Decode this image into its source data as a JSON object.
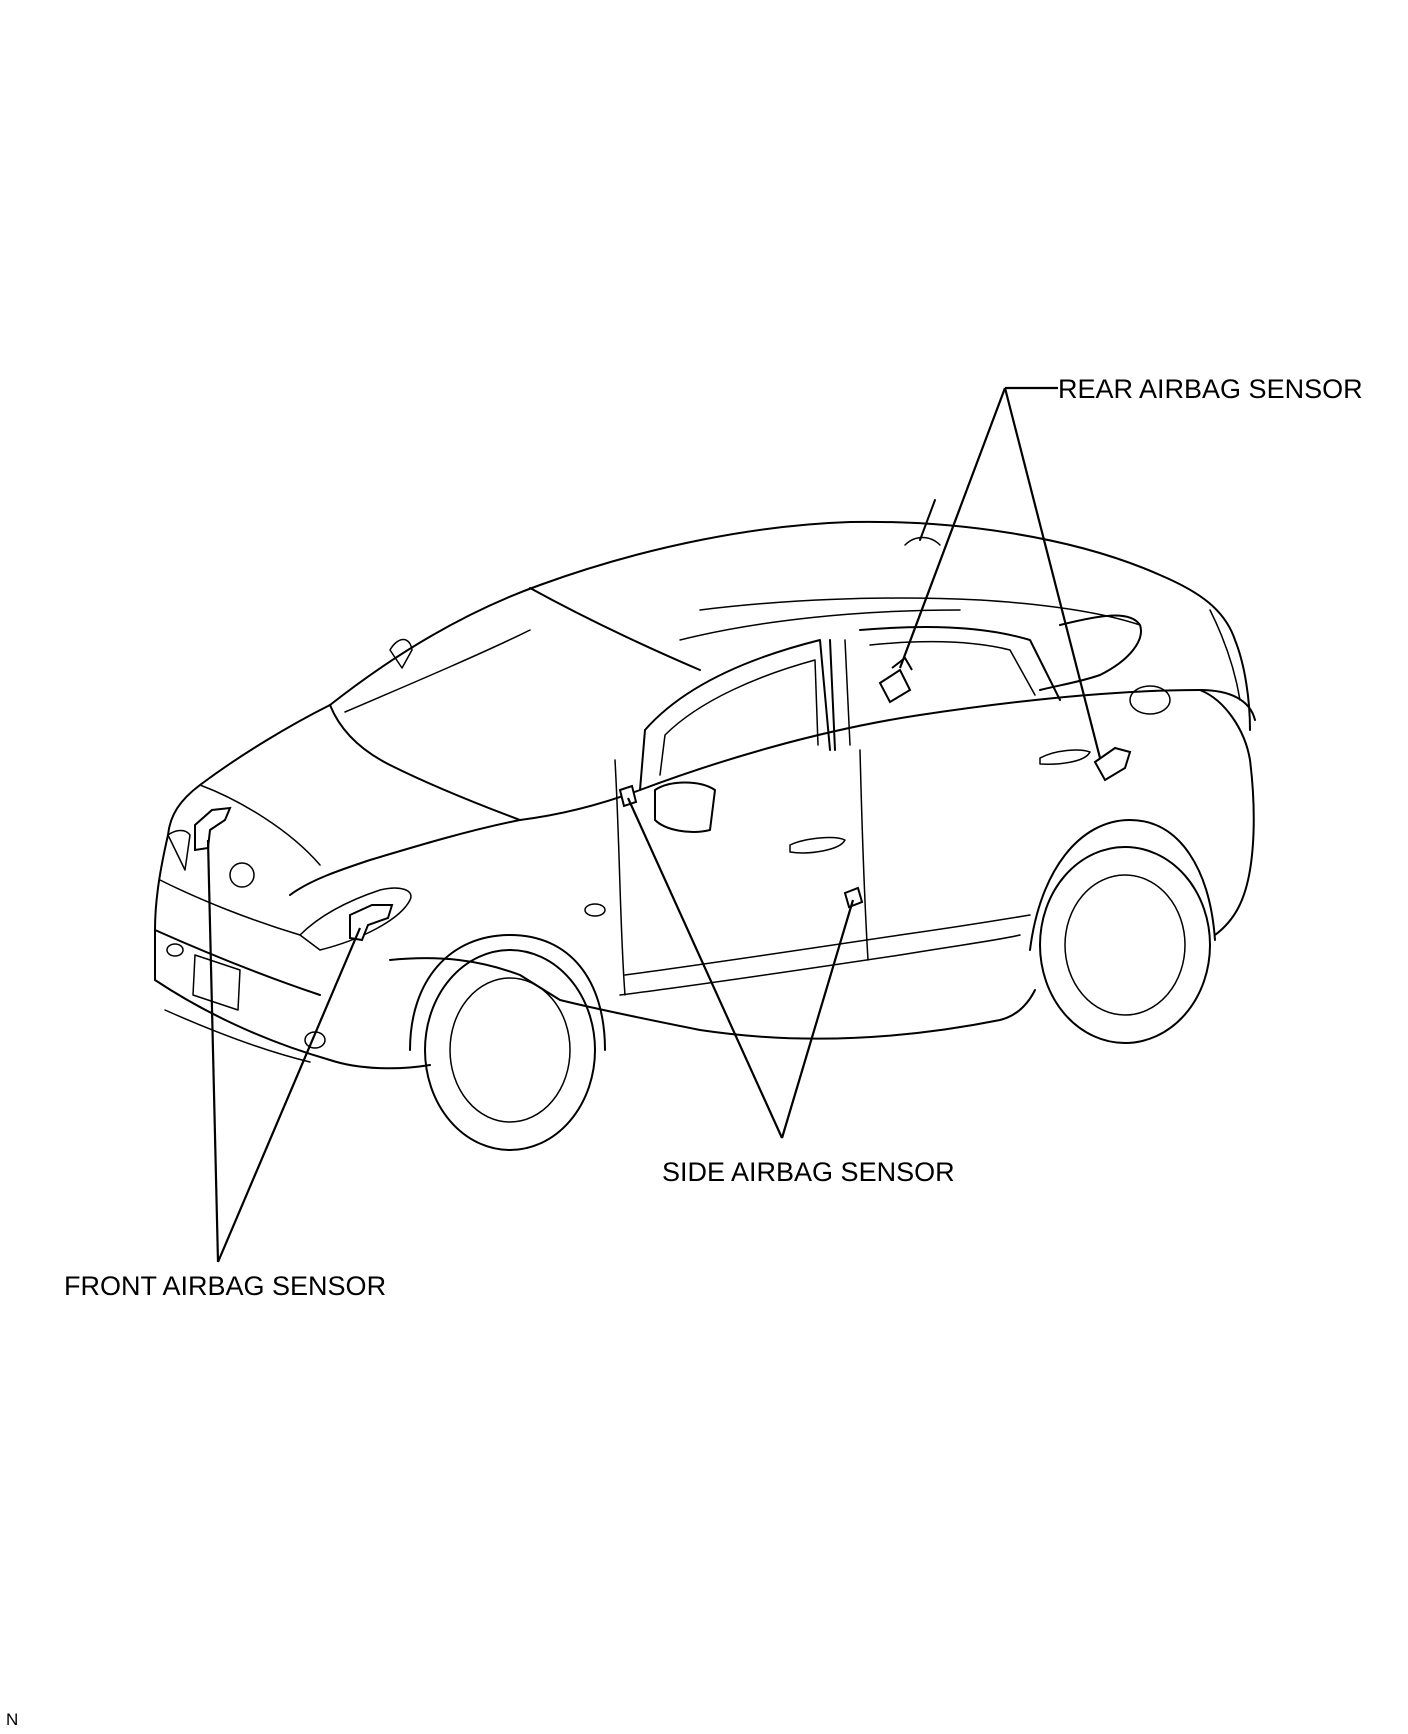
{
  "callouts": {
    "rear_label": "REAR AIRBAG SENSOR",
    "side_label": "SIDE AIRBAG SENSOR",
    "front_label": "FRONT AIRBAG SENSOR"
  },
  "figure_code": "N",
  "colors": {
    "line": "#000000",
    "background": "#ffffff"
  }
}
